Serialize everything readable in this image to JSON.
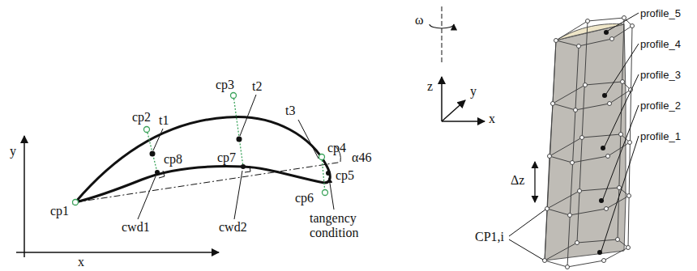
{
  "diagram": {
    "labels": [
      "y",
      "x",
      "cp1",
      "cp2",
      "t1",
      "cp3",
      "t2",
      "t3",
      "cp4",
      "α46",
      "cp8",
      "cp7",
      "cp5",
      "cp6",
      "tangency condition",
      "cwd1",
      "cwd2",
      "ω",
      "z",
      "y",
      "x",
      "profile_5",
      "profile_4",
      "profile_3",
      "profile_2",
      "profile_1",
      "Δz",
      "CP1,i"
    ]
  }
}
